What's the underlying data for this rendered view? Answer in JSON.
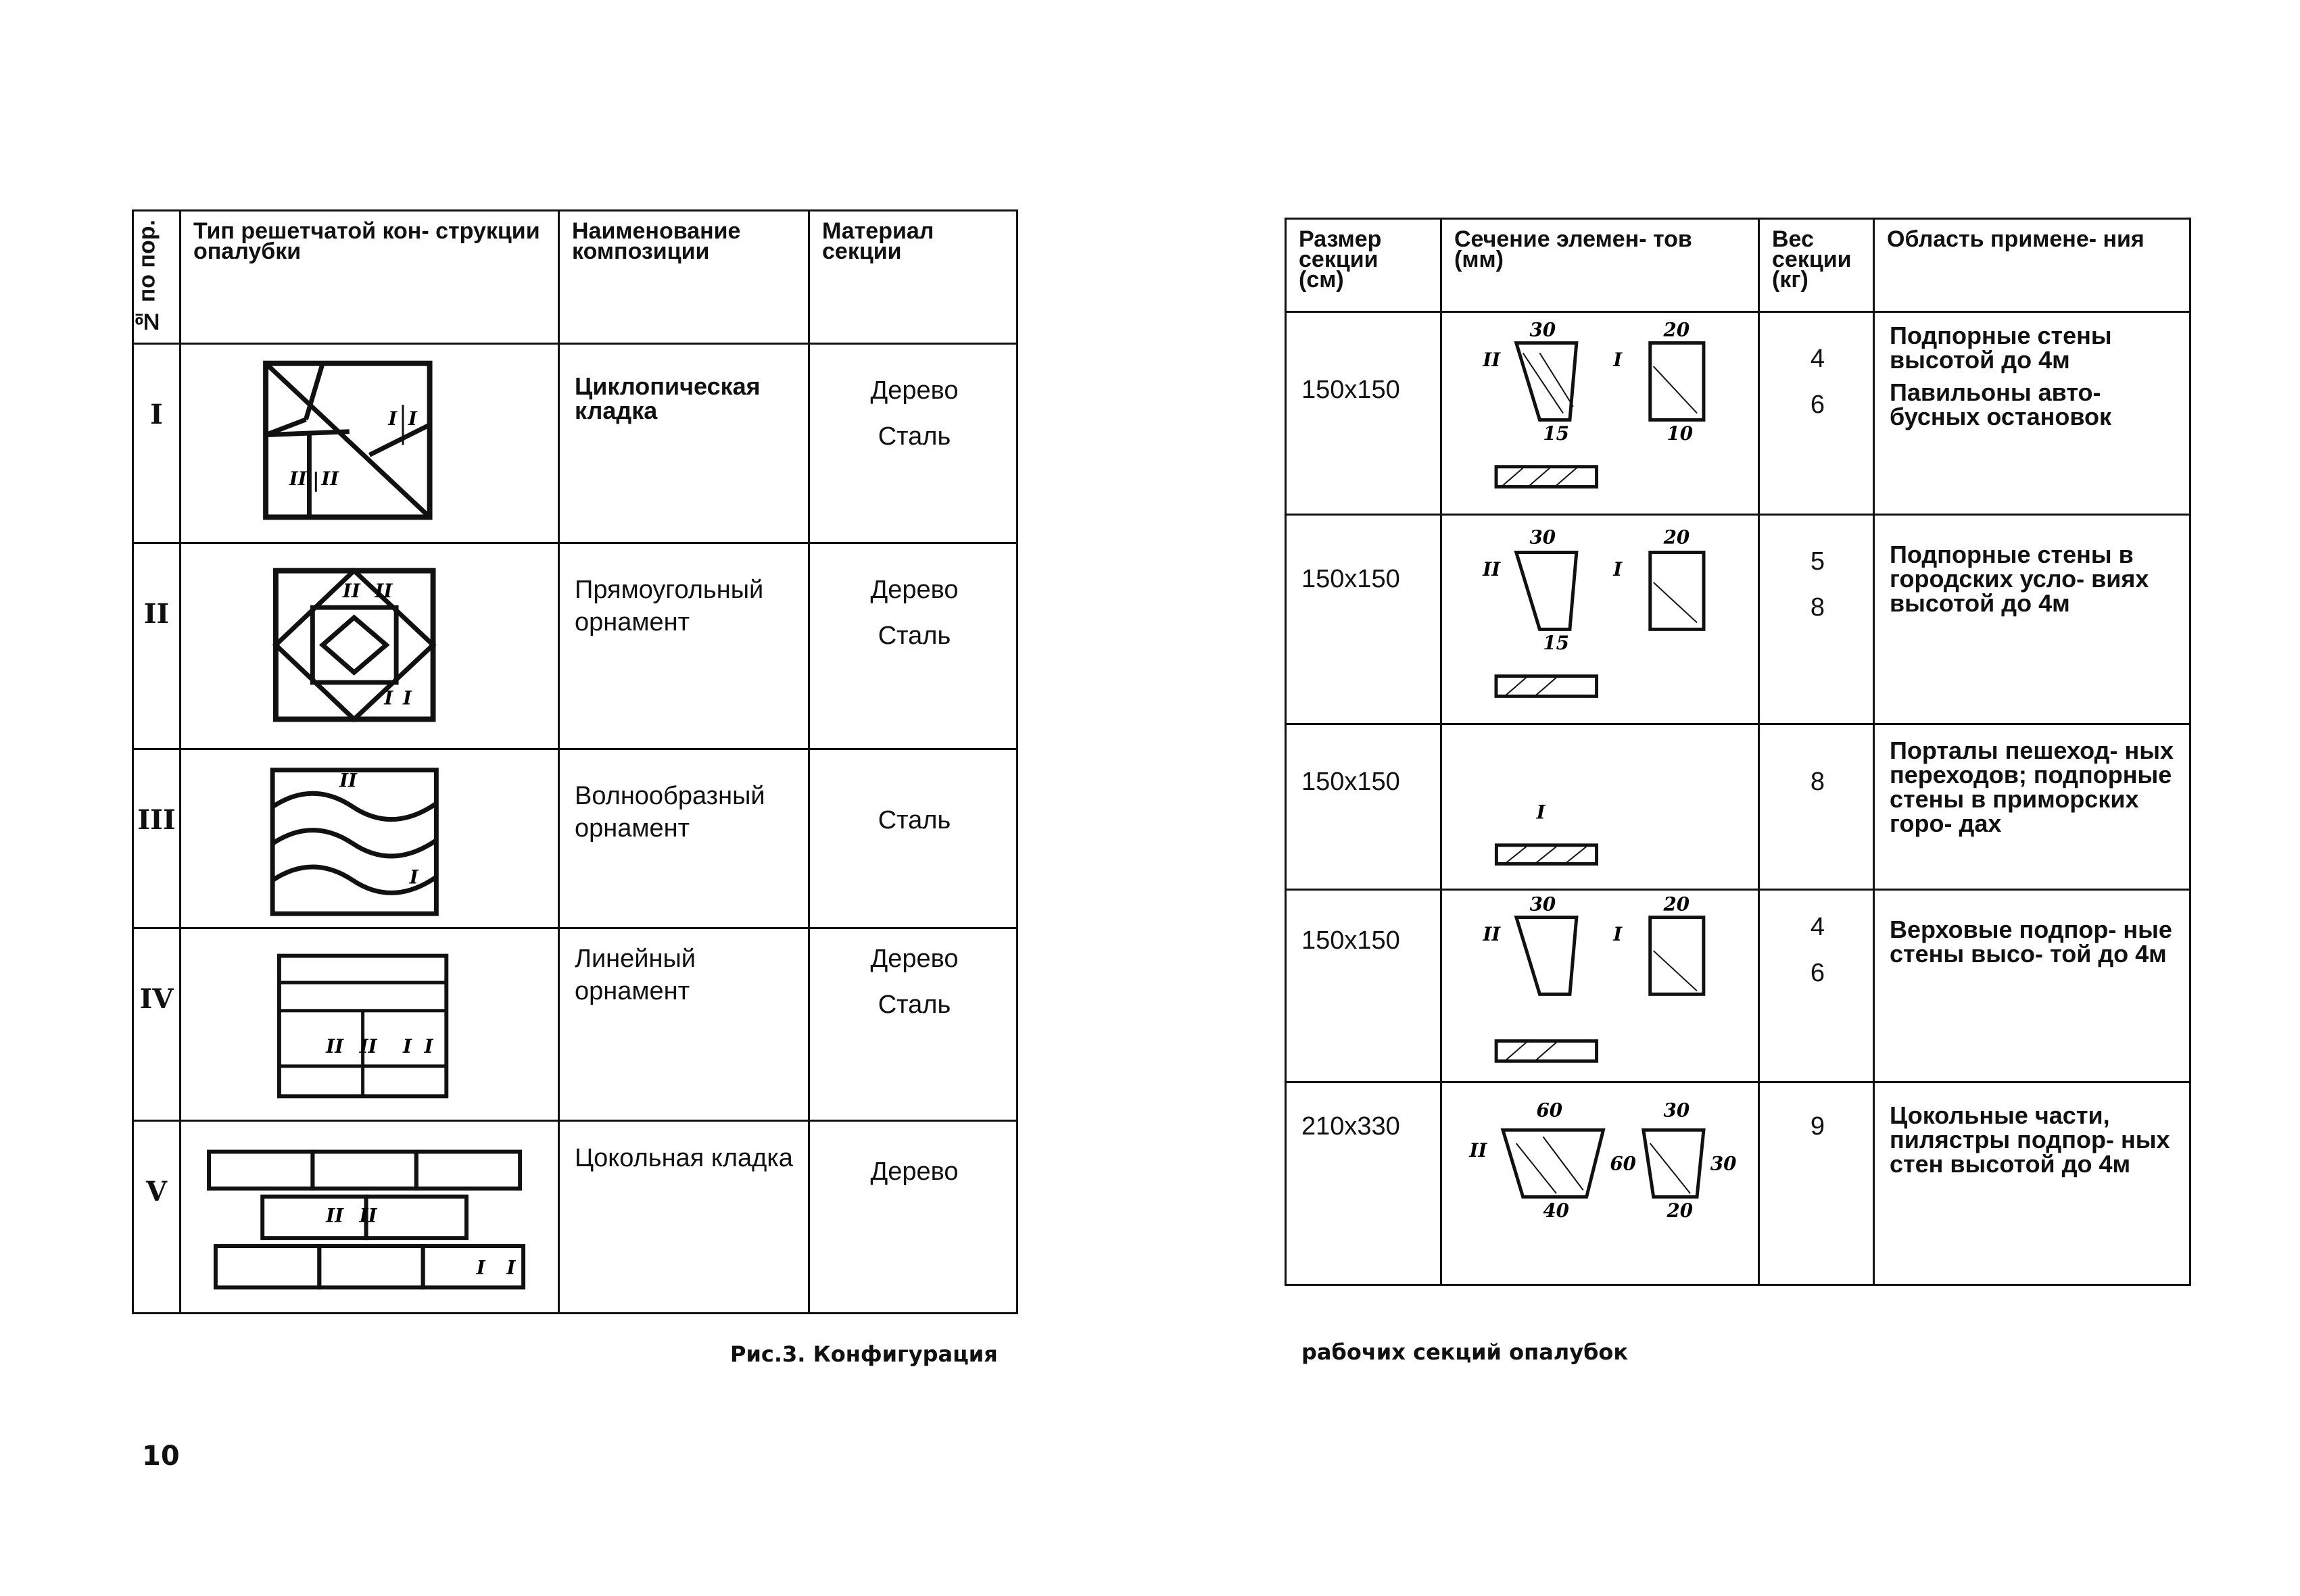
{
  "left_table": {
    "headers": {
      "num": "№ по пор.",
      "type": "Тип решетчатой кон- струкции опалубки",
      "name": "Наименование композиции",
      "material": "Материал секции"
    },
    "rows": [
      {
        "num": "I",
        "name": "Циклопическая кладка",
        "materials": [
          "Дерево",
          "Сталь"
        ],
        "pattern": "cyclopean"
      },
      {
        "num": "II",
        "name": "Прямоугольный орнамент",
        "materials": [
          "Дерево",
          "Сталь"
        ],
        "pattern": "rectangular"
      },
      {
        "num": "III",
        "name": "Волнообразный орнамент",
        "materials": [
          "Сталь"
        ],
        "pattern": "wave"
      },
      {
        "num": "IV",
        "name": "Линейный орнамент",
        "materials": [
          "Дерево",
          "Сталь"
        ],
        "pattern": "linear"
      },
      {
        "num": "V",
        "name": "Цокольная кладка",
        "materials": [
          "Дерево"
        ],
        "pattern": "plinth"
      }
    ]
  },
  "right_table": {
    "headers": {
      "size": "Размер секции (см)",
      "section": "Сечение элемен- тов (мм)",
      "weight": "Вес секции (кг)",
      "area": "Область примене- ния"
    },
    "rows": [
      {
        "size": "150x150",
        "weights": [
          "4",
          "6"
        ],
        "areas": [
          "Подпорные стены высотой до 4м",
          "Павильоны авто- бусных остановок"
        ],
        "dims": {
          "a": "30",
          "b": "20",
          "c": "15",
          "d": "10"
        }
      },
      {
        "size": "150x150",
        "weights": [
          "5",
          "8"
        ],
        "areas": [
          "Подпорные стены в городских усло- виях высотой до 4м"
        ],
        "dims": {
          "a": "30",
          "b": "20",
          "c": "15"
        }
      },
      {
        "size": "150x150",
        "weights": [
          "8"
        ],
        "areas": [
          "Порталы пешеход- ных переходов; подпорные стены в приморских горо- дах"
        ],
        "dims": {}
      },
      {
        "size": "150x150",
        "weights": [
          "4",
          "6"
        ],
        "areas": [
          "Верховые подпор- ные стены высо- той до 4м"
        ],
        "dims": {
          "a": "30",
          "b": "20"
        }
      },
      {
        "size": "210x330",
        "weights": [
          "9"
        ],
        "areas": [
          "Цокольные части, пилястры подпор- ных стен высотой до 4м"
        ],
        "dims": {
          "a": "60",
          "b": "30",
          "c": "40",
          "d": "20",
          "e": "60",
          "f": "30"
        }
      }
    ]
  },
  "captions": {
    "left": "Рис.3. Конфигурация",
    "right": "рабочих секций опалубок"
  },
  "page_number": "10",
  "section_marks": {
    "one": "I",
    "two": "II"
  }
}
